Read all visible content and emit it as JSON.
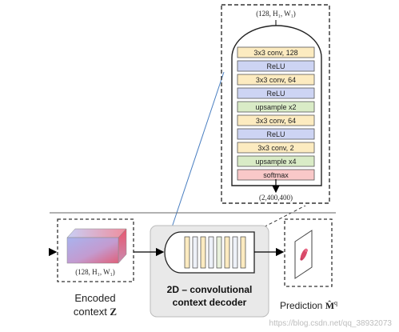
{
  "detail": {
    "input_shape": "(128, H₁, W₁)",
    "output_shape": "(2,400,400)",
    "layers": [
      {
        "label": "3x3 conv, 128",
        "fill": "#fcebc0"
      },
      {
        "label": "ReLU",
        "fill": "#cdd4f3"
      },
      {
        "label": "3x3 conv, 64",
        "fill": "#fcebc0"
      },
      {
        "label": "ReLU",
        "fill": "#cdd4f3"
      },
      {
        "label": "upsample x2",
        "fill": "#d9ebc6"
      },
      {
        "label": "3x3 conv, 64",
        "fill": "#fcebc0"
      },
      {
        "label": "ReLU",
        "fill": "#cdd4f3"
      },
      {
        "label": "3x3 conv, 2",
        "fill": "#fcebc0"
      },
      {
        "label": "upsample x4",
        "fill": "#d9ebc6"
      },
      {
        "label": "softmax",
        "fill": "#f9c8c8"
      }
    ]
  },
  "encoded": {
    "shape": "(128, H₁, W₁)",
    "label_line1": "Encoded",
    "label_line2_prefix": "context ",
    "label_line2_symbol": "Z"
  },
  "decoder": {
    "title_line1": "2D – convolutional",
    "title_line2": "context decoder",
    "bar_count": 8
  },
  "prediction": {
    "label_prefix": "Prediction ",
    "symbol": "M̂",
    "superscript": "q"
  },
  "watermark": "https://blog.csdn.net/qq_38932073",
  "colors": {
    "dash": "#333333",
    "zoom_line": "#4a7fc1",
    "layer_stroke": "#555555",
    "decoder_panel": "#e9e9e9",
    "prediction_mark": "#d94a6a"
  }
}
